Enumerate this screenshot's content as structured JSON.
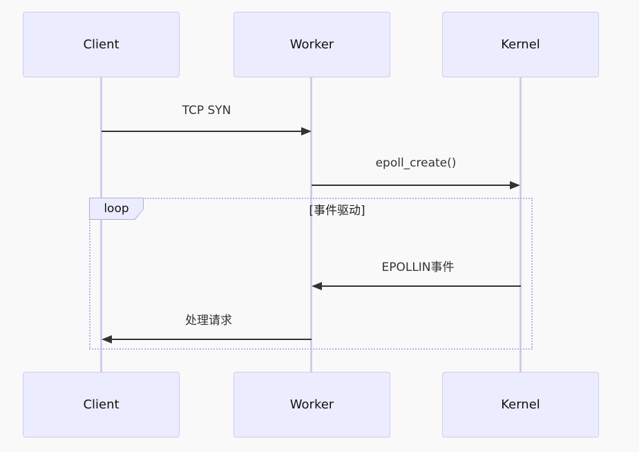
{
  "diagram": {
    "type": "sequence",
    "participants": [
      {
        "id": "client",
        "label": "Client"
      },
      {
        "id": "worker",
        "label": "Worker"
      },
      {
        "id": "kernel",
        "label": "Kernel"
      }
    ],
    "messages": [
      {
        "label": "TCP SYN",
        "from": "Client",
        "to": "Worker",
        "direction": "right"
      },
      {
        "label": "epoll_create()",
        "from": "Worker",
        "to": "Kernel",
        "direction": "right"
      },
      {
        "label": "EPOLLIN事件",
        "from": "Kernel",
        "to": "Worker",
        "direction": "left"
      },
      {
        "label": "处理请求",
        "from": "Worker",
        "to": "Client",
        "direction": "left"
      }
    ],
    "loop": {
      "label": "loop",
      "condition": "[事件驱动]"
    },
    "colors": {
      "background": "#faf9fa",
      "actor_fill": "#ececff",
      "actor_border": "#d0c9ec",
      "lifeline": "#d2cbe8",
      "loop_border": "#b9b0dd",
      "arrow": "#333333",
      "text": "#111111"
    }
  }
}
